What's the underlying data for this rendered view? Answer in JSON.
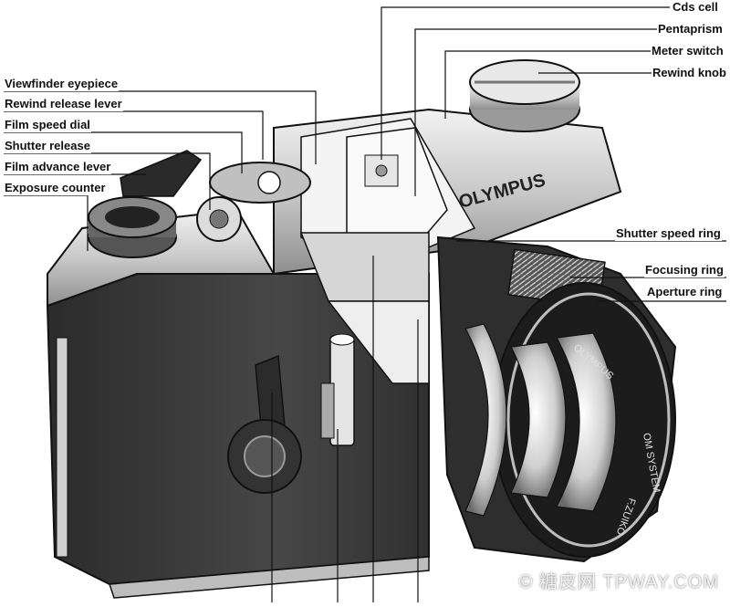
{
  "labels": {
    "cds_cell": "Cds cell",
    "pentaprism": "Pentaprism",
    "meter_switch": "Meter switch",
    "rewind_knob": "Rewind knob",
    "viewfinder_eyepiece": "Viewfinder eyepiece",
    "rewind_release_lever": "Rewind release lever",
    "film_speed_dial": "Film speed dial",
    "shutter_release": "Shutter release",
    "film_advance_lever": "Film advance lever",
    "exposure_counter": "Exposure counter",
    "shutter_speed_ring": "Shutter speed ring",
    "focusing_ring": "Focusing ring",
    "aperture_ring": "Aperture ring"
  },
  "camera": {
    "brand_text": "OLYMPUS",
    "lens_text_1": "OLYMPUS",
    "lens_text_2": "OM SYSTEM",
    "lens_text_3": "F.ZUIKO"
  },
  "watermark": "© 糖皮网 TPWAY.COM",
  "colors": {
    "ink": "#111111",
    "body_dark": "#3a3a3a",
    "chrome": "#d9d9d9",
    "background": "#ffffff"
  }
}
